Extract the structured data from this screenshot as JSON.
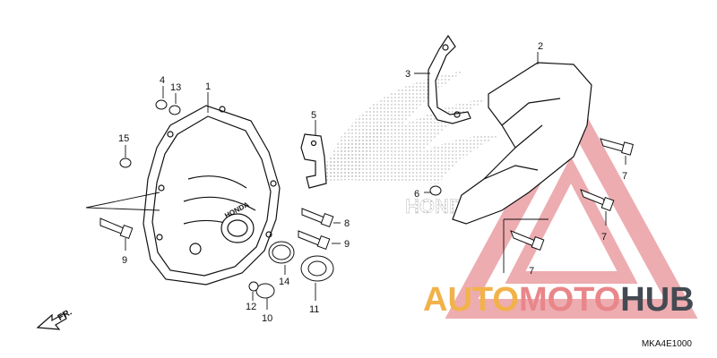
{
  "callouts": {
    "c1": "1",
    "c2": "2",
    "c3": "3",
    "c4": "4",
    "c5": "5",
    "c6": "6",
    "c7a": "7",
    "c7b": "7",
    "c7c": "7",
    "c8": "8",
    "c9a": "9",
    "c9b": "9",
    "c10": "10",
    "c11": "11",
    "c12": "12",
    "c13": "13",
    "c14": "14",
    "c15": "15"
  },
  "cover_text": "HONDA",
  "background_logo_text": "HONDA",
  "direction_label": "FR.",
  "page_code": "MKA4E1000",
  "watermark": {
    "part1": "AUTO",
    "part2": "MOTO",
    "part3": "HUB"
  },
  "colors": {
    "watermark_orange": "#f2b24a",
    "watermark_red": "#e9868a",
    "watermark_dark": "#444a52",
    "line": "#111111"
  },
  "icons": [
    "front-direction-arrow-icon",
    "watermark-triangle-logo-icon"
  ]
}
